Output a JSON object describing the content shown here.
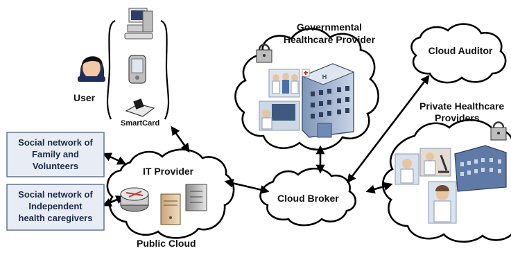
{
  "nodes": {
    "user": "User",
    "smartcard": "SmartCard",
    "gov_line1": "Governmental",
    "gov_line2": "Healthcare Provider",
    "cloud_auditor": "Cloud Auditor",
    "private_line1": "Private Healthcare",
    "private_line2": "Providers",
    "it_provider": "IT Provider",
    "cloud_broker": "Cloud Broker",
    "public_cloud": "Public Cloud"
  },
  "boxes": {
    "family": [
      "Social network of",
      "Family and",
      "Volunteers"
    ],
    "caregivers": [
      "Social network of",
      "Independent",
      "health caregivers"
    ]
  },
  "colors": {
    "box_fill": "#e8ecf5",
    "box_stroke": "#5a6a8a",
    "box_text": "#1a2a48",
    "cloud_stroke": "#000000"
  },
  "icons": [
    "desktop-computer-icon",
    "pda-device-icon",
    "smartcard-reader-icon",
    "user-avatar-icon",
    "padlock-icon",
    "hospital-building-icon",
    "doctor-photo-icon",
    "router-icon",
    "server-icon"
  ]
}
